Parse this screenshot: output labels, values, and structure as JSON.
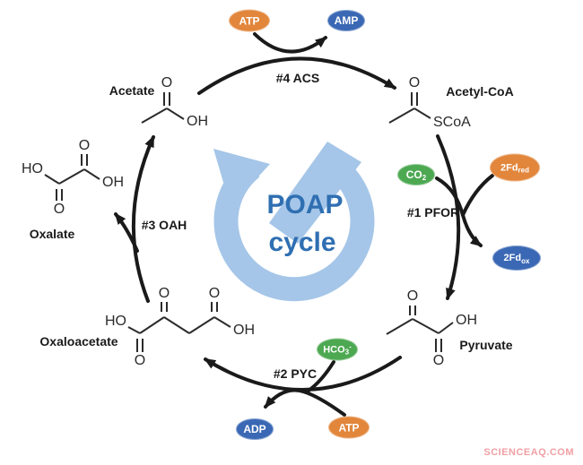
{
  "center_logo": {
    "line1": "POAP",
    "line2": "cycle"
  },
  "watermark": "SCIENCEAQ.COM",
  "molecules": {
    "acetate": {
      "label": "Acetate",
      "atoms": {
        "o": "O",
        "oh": "OH"
      }
    },
    "acetyl_coa": {
      "label": "Acetyl-CoA",
      "atoms": {
        "o": "O",
        "scoa": "SCoA"
      }
    },
    "pyruvate": {
      "label": "Pyruvate",
      "atoms": {
        "o_keto": "O",
        "oh": "OH",
        "o_acid": "O"
      }
    },
    "oxaloacetate": {
      "label": "Oxaloacetate",
      "atoms": {
        "ho": "HO",
        "o_acid_left": "O",
        "o_keto": "O",
        "o_acid_right": "O",
        "oh": "OH"
      }
    },
    "oxalate": {
      "label": "Oxalate",
      "atoms": {
        "o_top": "O",
        "ho": "HO",
        "oh": "OH",
        "o_bottom": "O"
      }
    }
  },
  "enzymes": {
    "pfor": "#1 PFOR",
    "pyc": "#2 PYC",
    "oah": "#3 OAH",
    "acs": "#4 ACS"
  },
  "cofactors": {
    "atp_top": {
      "main": "ATP"
    },
    "amp": {
      "main": "AMP"
    },
    "co2": {
      "main": "CO",
      "sub": "2"
    },
    "fd_red": {
      "main": "2Fd",
      "sub": "red"
    },
    "fd_ox": {
      "main": "2Fd",
      "sub": "ox"
    },
    "hco3": {
      "main": "HCO",
      "sub": "3",
      "sup": "-"
    },
    "atp_bottom": {
      "main": "ATP"
    },
    "adp": {
      "main": "ADP"
    }
  },
  "colors": {
    "cofactor_orange": "#E2863B",
    "cofactor_blue": "#3A68B4",
    "cofactor_green": "#4DA852",
    "logo_ring": "#A5C6E8",
    "logo_text": "#2F6FB2",
    "arrow_black": "#1A1A1A",
    "watermark_pink": "#F0A0A5"
  }
}
